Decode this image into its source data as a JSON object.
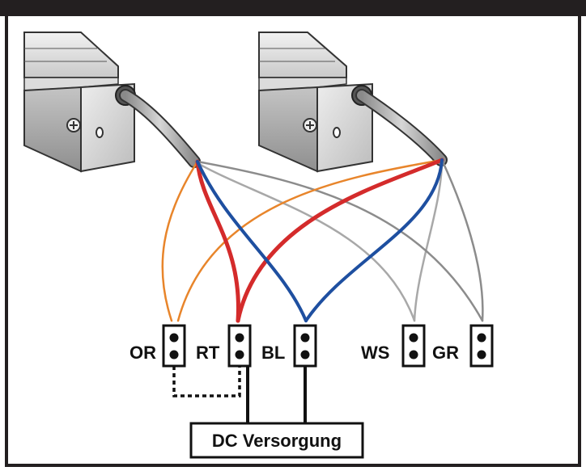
{
  "terminals": [
    {
      "id": "or",
      "label": "OR"
    },
    {
      "id": "rt",
      "label": "RT"
    },
    {
      "id": "bl",
      "label": "BL"
    },
    {
      "id": "ws",
      "label": "WS"
    },
    {
      "id": "gr",
      "label": "GR"
    }
  ],
  "supply_label": "DC Versorgung",
  "colors": {
    "orange": "#e8852b",
    "red": "#d42b2b",
    "blue": "#1e4fa0",
    "white_wire": "#a8a8a8",
    "grey_wire": "#8c8c8c",
    "header_bar": "#231f20"
  },
  "icons": {
    "actuator": "linear-actuator-body",
    "terminal": "two-pin-terminal-block"
  }
}
